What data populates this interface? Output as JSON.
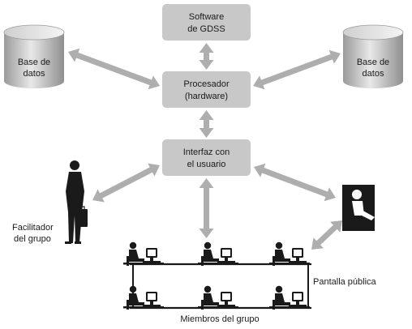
{
  "boxes": {
    "software": {
      "line1": "Software",
      "line2": "de GDSS"
    },
    "procesador": {
      "line1": "Procesador",
      "line2": "(hardware)"
    },
    "interfaz": {
      "line1": "Interfaz con",
      "line2": "el usuario"
    }
  },
  "databases": {
    "left": {
      "line1": "Base de",
      "line2": "datos"
    },
    "right": {
      "line1": "Base de",
      "line2": "datos"
    }
  },
  "labels": {
    "facilitador_line1": "Facilitador",
    "facilitador_line2": "del grupo",
    "pantalla": "Pantalla pública",
    "miembros": "Miembros del grupo"
  },
  "colors": {
    "box_fill": "#c8c8c8",
    "arrow_fill": "#aeaeae",
    "figure": "#1a1a1a"
  }
}
